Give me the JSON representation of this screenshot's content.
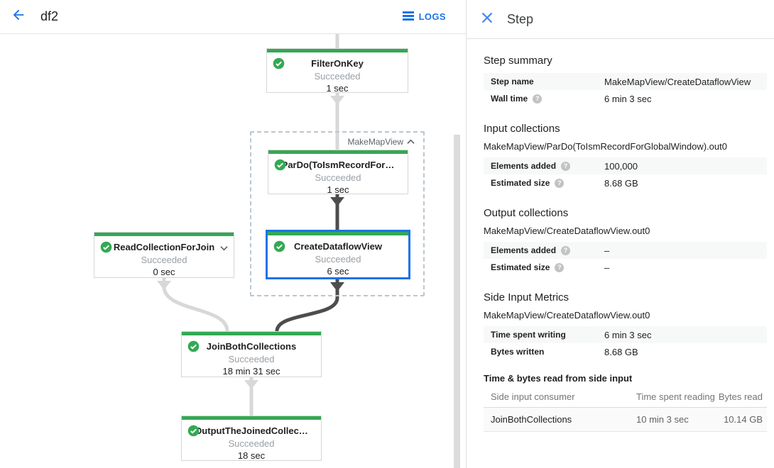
{
  "colors": {
    "accent_blue": "#1a73e8",
    "success_green": "#34a853"
  },
  "topbar": {
    "title": "df2",
    "logs_label": "LOGS"
  },
  "graph": {
    "group_label": "MakeMapView",
    "nodes": [
      {
        "title": "FilterOnKey",
        "status": "Succeeded",
        "time": "1 sec"
      },
      {
        "title": "ParDo(ToIsmRecordFor…",
        "status": "Succeeded",
        "time": "1 sec"
      },
      {
        "title": "CreateDataflowView",
        "status": "Succeeded",
        "time": "6 sec"
      },
      {
        "title": "ReadCollectionForJoin",
        "status": "Succeeded",
        "time": "0 sec"
      },
      {
        "title": "JoinBothCollections",
        "status": "Succeeded",
        "time": "18 min 31 sec"
      },
      {
        "title": "OutputTheJoinedCollec…",
        "status": "Succeeded",
        "time": "18 sec"
      }
    ]
  },
  "panel": {
    "title": "Step",
    "step_summary": {
      "heading": "Step summary",
      "rows": [
        {
          "label": "Step name",
          "value": "MakeMapView/CreateDataflowView"
        },
        {
          "label": "Wall time",
          "value": "6 min 3 sec"
        }
      ]
    },
    "input_collections": {
      "heading": "Input collections",
      "collection": "MakeMapView/ParDo(ToIsmRecordForGlobalWindow).out0",
      "rows": [
        {
          "label": "Elements added",
          "value": "100,000"
        },
        {
          "label": "Estimated size",
          "value": "8.68 GB"
        }
      ]
    },
    "output_collections": {
      "heading": "Output collections",
      "collection": "MakeMapView/CreateDataflowView.out0",
      "rows": [
        {
          "label": "Elements added",
          "value": "–"
        },
        {
          "label": "Estimated size",
          "value": "–"
        }
      ]
    },
    "side_input_metrics": {
      "heading": "Side Input Metrics",
      "collection": "MakeMapView/CreateDataflowView.out0",
      "rows": [
        {
          "label": "Time spent writing",
          "value": "6 min 3 sec"
        },
        {
          "label": "Bytes written",
          "value": "8.68 GB"
        }
      ]
    },
    "side_input_table": {
      "heading": "Time & bytes read from side input",
      "columns": [
        "Side input consumer",
        "Time spent reading",
        "Bytes read"
      ],
      "rows": [
        {
          "consumer": "JoinBothCollections",
          "time_reading": "10 min 3 sec",
          "bytes_read": "10.14 GB"
        }
      ]
    }
  }
}
